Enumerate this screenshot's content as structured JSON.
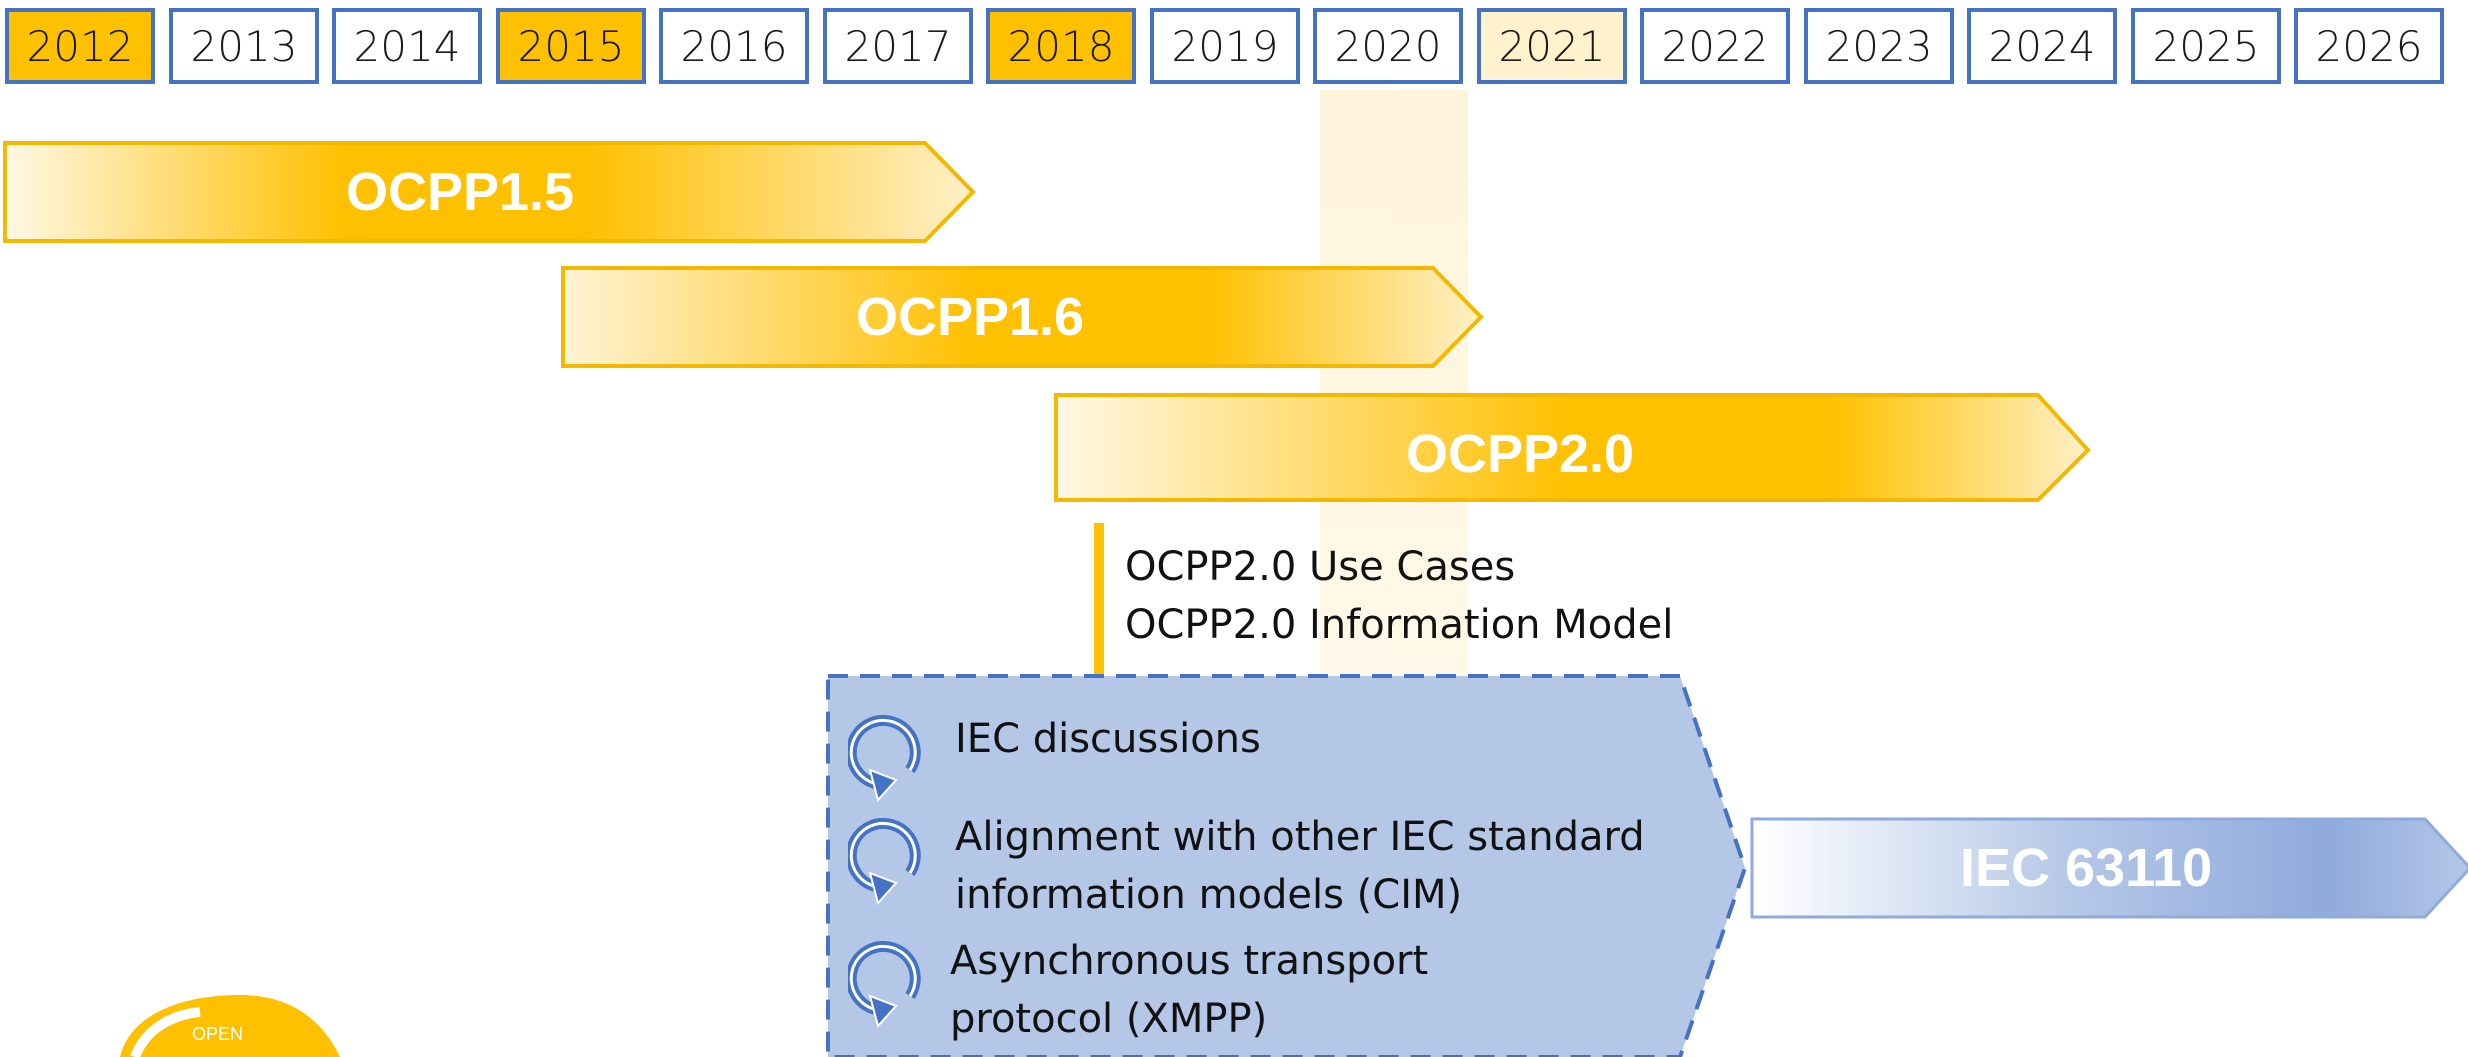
{
  "timeline": {
    "years": [
      "2012",
      "2013",
      "2014",
      "2015",
      "2016",
      "2017",
      "2018",
      "2019",
      "2020",
      "2021",
      "2022",
      "2023",
      "2024",
      "2025",
      "2026"
    ],
    "highlighted_years": [
      "2012",
      "2015",
      "2018"
    ],
    "light_highlight_years": [
      "2021"
    ]
  },
  "releases": [
    {
      "label": "OCPP1.5"
    },
    {
      "label": "OCPP1.6"
    },
    {
      "label": "OCPP2.0"
    }
  ],
  "handover": {
    "lines": [
      "OCPP2.0 Use Cases",
      "OCPP2.0 Information Model"
    ]
  },
  "iec_process": {
    "items": [
      {
        "lines": [
          "IEC discussions"
        ],
        "icon": "cycle-arrow-icon"
      },
      {
        "lines": [
          "Alignment with other IEC standard",
          "information models (CIM)"
        ],
        "icon": "cycle-arrow-icon"
      },
      {
        "lines": [
          "Asynchronous transport",
          "protocol (XMPP)"
        ],
        "icon": "cycle-arrow-icon"
      }
    ]
  },
  "target": {
    "label": "IEC 63110"
  },
  "logo": {
    "text": "OPEN"
  },
  "colors": {
    "ocpp_yellow": "#ffc000",
    "year_border": "#4472c4",
    "iec_box": "#b4c7e7",
    "iec_border": "#4472c4",
    "iec_arrow": "#8faadc"
  }
}
